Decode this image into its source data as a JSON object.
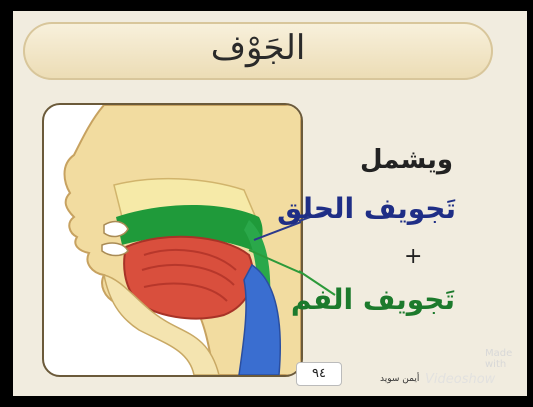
{
  "title": "الجَوْف",
  "text": {
    "includes": "ويشمل",
    "throat_cavity": "تَجويف الحلق",
    "plus": "+",
    "mouth_cavity": "تَجويف الفم"
  },
  "page_number": "٩٤",
  "watermark": {
    "made_with": "Made with",
    "author": "أيمن سويد",
    "app": "Videoshow"
  },
  "colors": {
    "throat_line": "#2b3a8c",
    "mouth_line": "#2c9a3a",
    "throat_text": "#1f2e86",
    "mouth_text": "#1c7a2c"
  }
}
